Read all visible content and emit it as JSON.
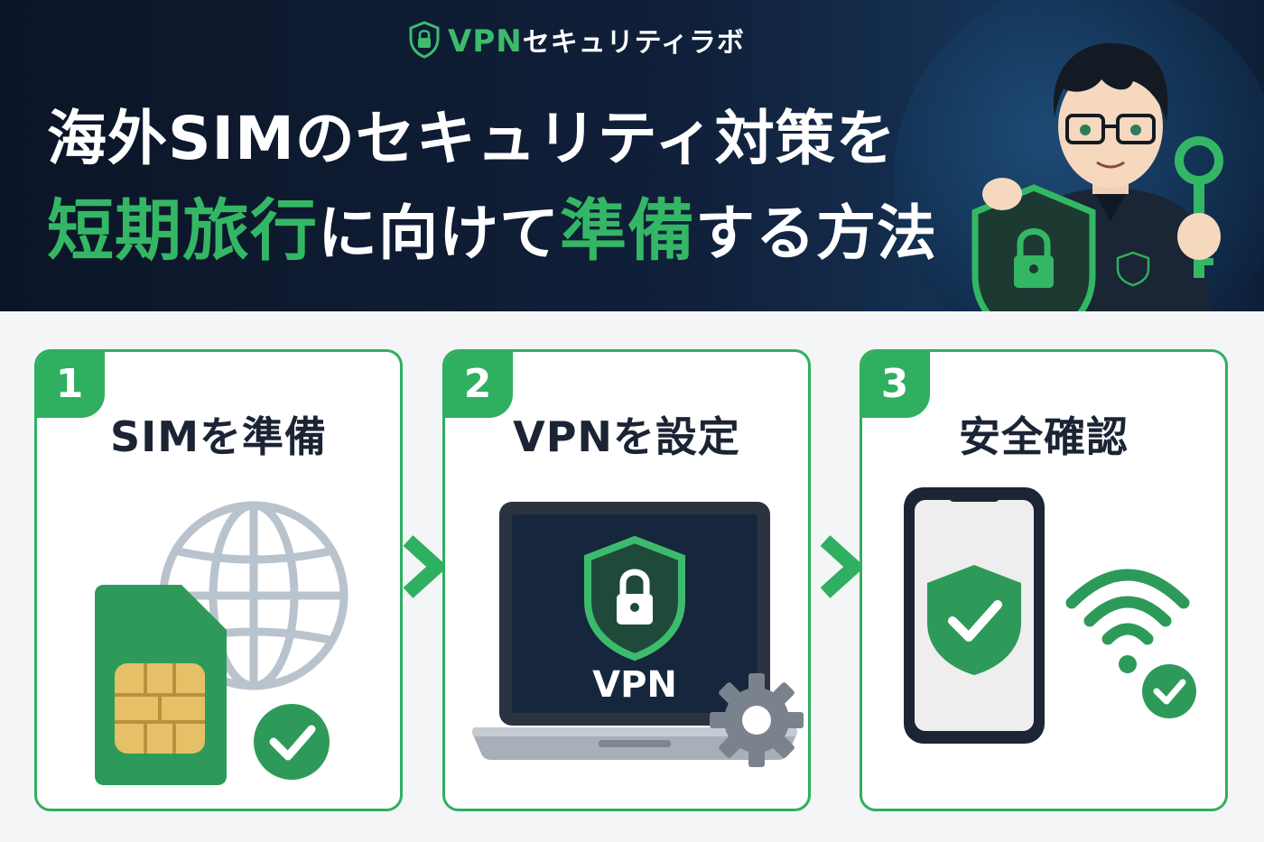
{
  "brand": {
    "name_accent": "VPN",
    "name_rest": "セキュリティラボ"
  },
  "title": {
    "line1": "海外SIMのセキュリティ対策を",
    "line2_hl1": "短期旅行",
    "line2_mid": "に向けて",
    "line2_hl2": "準備",
    "line2_end": "する方法"
  },
  "steps": [
    {
      "number": "1",
      "title": "SIMを準備"
    },
    {
      "number": "2",
      "title": "VPNを設定",
      "screen_label": "VPN"
    },
    {
      "number": "3",
      "title": "安全確認"
    }
  ],
  "colors": {
    "accent": "#2faf60",
    "navy": "#0c1527",
    "text_dark": "#1b2434"
  },
  "icons": [
    "lock-shield-icon",
    "globe-icon",
    "sim-card-icon",
    "check-icon",
    "laptop-icon",
    "gear-icon",
    "smartphone-icon",
    "wifi-icon",
    "chevron-right-icon"
  ]
}
